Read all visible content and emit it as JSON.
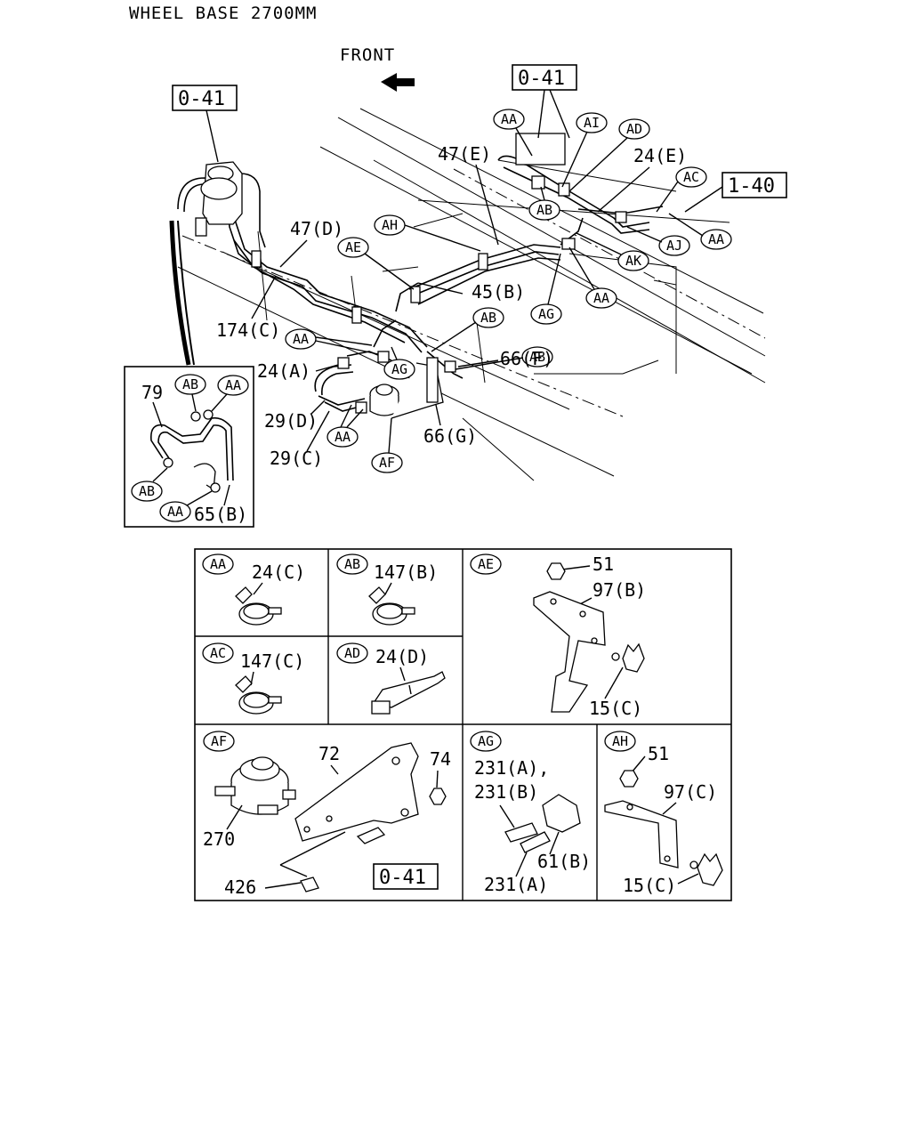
{
  "header": {
    "title": "WHEEL BASE 2700MM",
    "front_label": "FRONT"
  },
  "refs": {
    "o41": "0-41",
    "r140": "1-40"
  },
  "callouts": {
    "AA": "AA",
    "AB": "AB",
    "AC": "AC",
    "AD": "AD",
    "AE": "AE",
    "AF": "AF",
    "AG": "AG",
    "AH": "AH",
    "AI": "AI",
    "AJ": "AJ",
    "AK": "AK"
  },
  "parts": {
    "p47e": "47(E)",
    "p24e": "24(E)",
    "p47d": "47(D)",
    "p45b": "45(B)",
    "p174c": "174(C)",
    "p66f": "66(F)",
    "p24a": "24(A)",
    "p29d": "29(D)",
    "p29c": "29(C)",
    "p66g": "66(G)",
    "p79": "79",
    "p65b": "65(B)"
  },
  "detail_panels": {
    "aa": {
      "part": "24(C)"
    },
    "ab": {
      "part": "147(B)"
    },
    "ac": {
      "part": "147(C)"
    },
    "ad": {
      "part": "24(D)"
    },
    "ae": {
      "p1": "51",
      "p2": "97(B)",
      "p3": "15(C)"
    },
    "af": {
      "p1": "72",
      "p2": "74",
      "p3": "270",
      "p4": "426",
      "ref": "0-41"
    },
    "ag": {
      "p1": "231(A),",
      "p2": "231(B)",
      "p3": "61(B)",
      "p4": "231(A)"
    },
    "ah": {
      "p1": "51",
      "p2": "97(C)",
      "p3": "15(C)"
    }
  }
}
